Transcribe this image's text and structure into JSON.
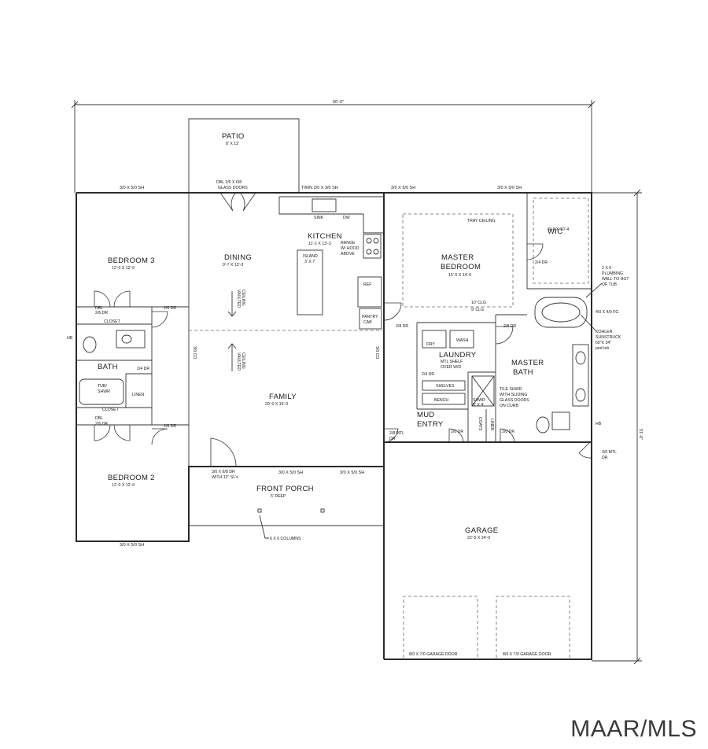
{
  "dimensions": {
    "overall_width": "56'-0\"",
    "overall_depth": "51'-0\""
  },
  "rooms": {
    "patio": {
      "name": "PATIO",
      "size": "8' X 12'"
    },
    "kitchen": {
      "name": "KITCHEN",
      "size": "11'-1 X 13'-3"
    },
    "island": {
      "name": "ISLAND",
      "size": "3' X 7'"
    },
    "dining": {
      "name": "DINING",
      "size": "9'-7 X 13'-3"
    },
    "family": {
      "name": "FAMILY",
      "size": "20'-0 X 16'-0"
    },
    "bedroom3": {
      "name": "BEDROOM 3",
      "size": "12'-0 X 12'-0"
    },
    "bedroom2": {
      "name": "BEDROOM 2",
      "size": "12'-0 X 12'-0"
    },
    "bath": {
      "name": "BATH"
    },
    "master_bedroom": {
      "name_line1": "MASTER",
      "name_line2": "BEDROOM",
      "size": "15'-5 X 14'-0"
    },
    "wic": {
      "name": "WIC",
      "size": "6'-0 X 10'-4"
    },
    "master_bath": {
      "name_line1": "MASTER",
      "name_line2": "BATH"
    },
    "laundry": {
      "name": "LAUNDRY",
      "note_line1": "MTL SHELF",
      "note_line2": "OVER W/D"
    },
    "mud_entry": {
      "name_line1": "MUD",
      "name_line2": "ENTRY"
    },
    "garage": {
      "name": "GARAGE",
      "size": "22'-5 X 24'-0"
    },
    "front_porch": {
      "name": "FRONT PORCH",
      "size": "5' DEEP"
    }
  },
  "labels": {
    "window_310_510_sh": "3/0 X 5/0 SH",
    "twin_window": "TWIN 2/0 X 3/0 SH",
    "patio_doors_line1": "DBL 2/6 X 6/8",
    "patio_doors_line2": "GLASS DOORS",
    "sink": "SINK",
    "dw": "DW",
    "range_line1": "RANGE",
    "range_line2": "W/ HOOD",
    "range_line3": "ABOVE",
    "ref": "REF",
    "pantry_line1": "PANTRY",
    "pantry_line2": "CAB",
    "vaulted_line1": "VAULTED",
    "vaulted_line2": "CEILING",
    "co": "3/0 CO",
    "tray_ceiling": "TRAY CEILING",
    "clg_10": "10' CLG",
    "clg_9": "9' CLG",
    "dr_26": "2/6 DR",
    "dr_24": "2/4 DR",
    "dr_28": "2/8 DR",
    "dr_20": "2/0 DR",
    "dbl_26_line1": "DBL",
    "dbl_26_line2": "2/6 DR",
    "closet": "CLOSET",
    "linen": "LINEN",
    "tub_line1": "TUB/",
    "tub_line2": "SHWR",
    "hb": "HB",
    "dry": "DRY",
    "wash": "WASH",
    "shelves": "SHELVES",
    "bench": "BENCH",
    "coats": "COATS",
    "shwr_line1": "SHWR",
    "shwr_line2": "3' X 4'",
    "tile_shwr_line1": "TILE SHWR",
    "tile_shwr_line2": "WITH SLIDING",
    "tile_shwr_line3": "GLASS DOORS",
    "tile_shwr_line4": "ON CURB",
    "plumbing_line1": "2 X 6",
    "plumbing_line2": "PLUMBING",
    "plumbing_line3": "WALL TO HGT",
    "plumbing_line4": "OF TUB",
    "window_4040_fg": "4/0 X 4/0 FG",
    "kohler_line1": "KOHLER",
    "kohler_line2": "SUNSTRUCK",
    "kohler_line3": "60\"X 34\"",
    "kohler_line4": "ped tub",
    "mtl_28_line1": "2/8 MTL",
    "mtl_28_line2": "DR",
    "mtl_30_line1": "3/0 MTL",
    "mtl_30_line2": "DR",
    "front_door_line1": "3/0 X 6/8 DR",
    "front_door_line2": "WITH 12\" SL's",
    "columns": "6 X 6 COLUMNS",
    "garage_door": "8/0 X 7/0 GARAGE DOOR"
  },
  "watermark": "MAAR/MLS"
}
